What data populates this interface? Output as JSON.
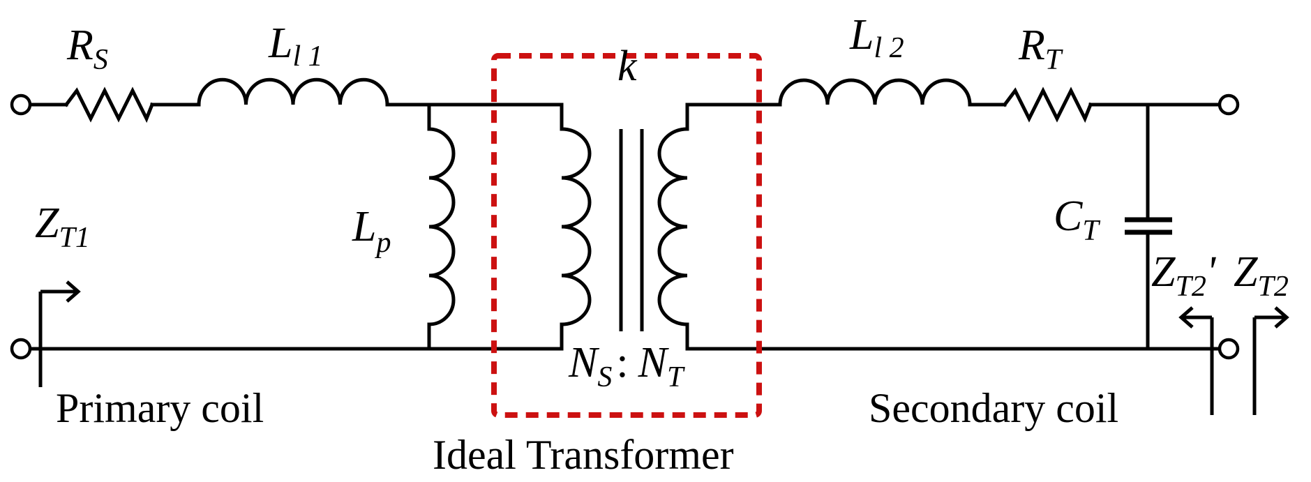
{
  "labels": {
    "RS": {
      "main": "R",
      "sub": "S"
    },
    "Ll1": {
      "main": "L",
      "sub": "l 1"
    },
    "Ll2": {
      "main": "L",
      "sub": "l 2"
    },
    "RT": {
      "main": "R",
      "sub": "T"
    },
    "Lp": {
      "main": "L",
      "sub": "p"
    },
    "k": "k",
    "CT": {
      "main": "C",
      "sub": "T"
    },
    "ZT1": {
      "main": "Z",
      "sub": "T1"
    },
    "ZT2prime": {
      "main": "Z",
      "sub": "T2",
      "prime": "'"
    },
    "ZT2": {
      "main": "Z",
      "sub": "T2"
    },
    "ratio": {
      "ns_main": "N",
      "ns_sub": "S",
      "sep": ":",
      "nt_main": "N",
      "nt_sub": "T"
    }
  },
  "captions": {
    "primary": "Primary coil",
    "ideal": "Ideal Transformer",
    "secondary": "Secondary coil"
  },
  "colors": {
    "line": "#000000",
    "transformer_box": "#cc1111",
    "background": "#ffffff"
  }
}
